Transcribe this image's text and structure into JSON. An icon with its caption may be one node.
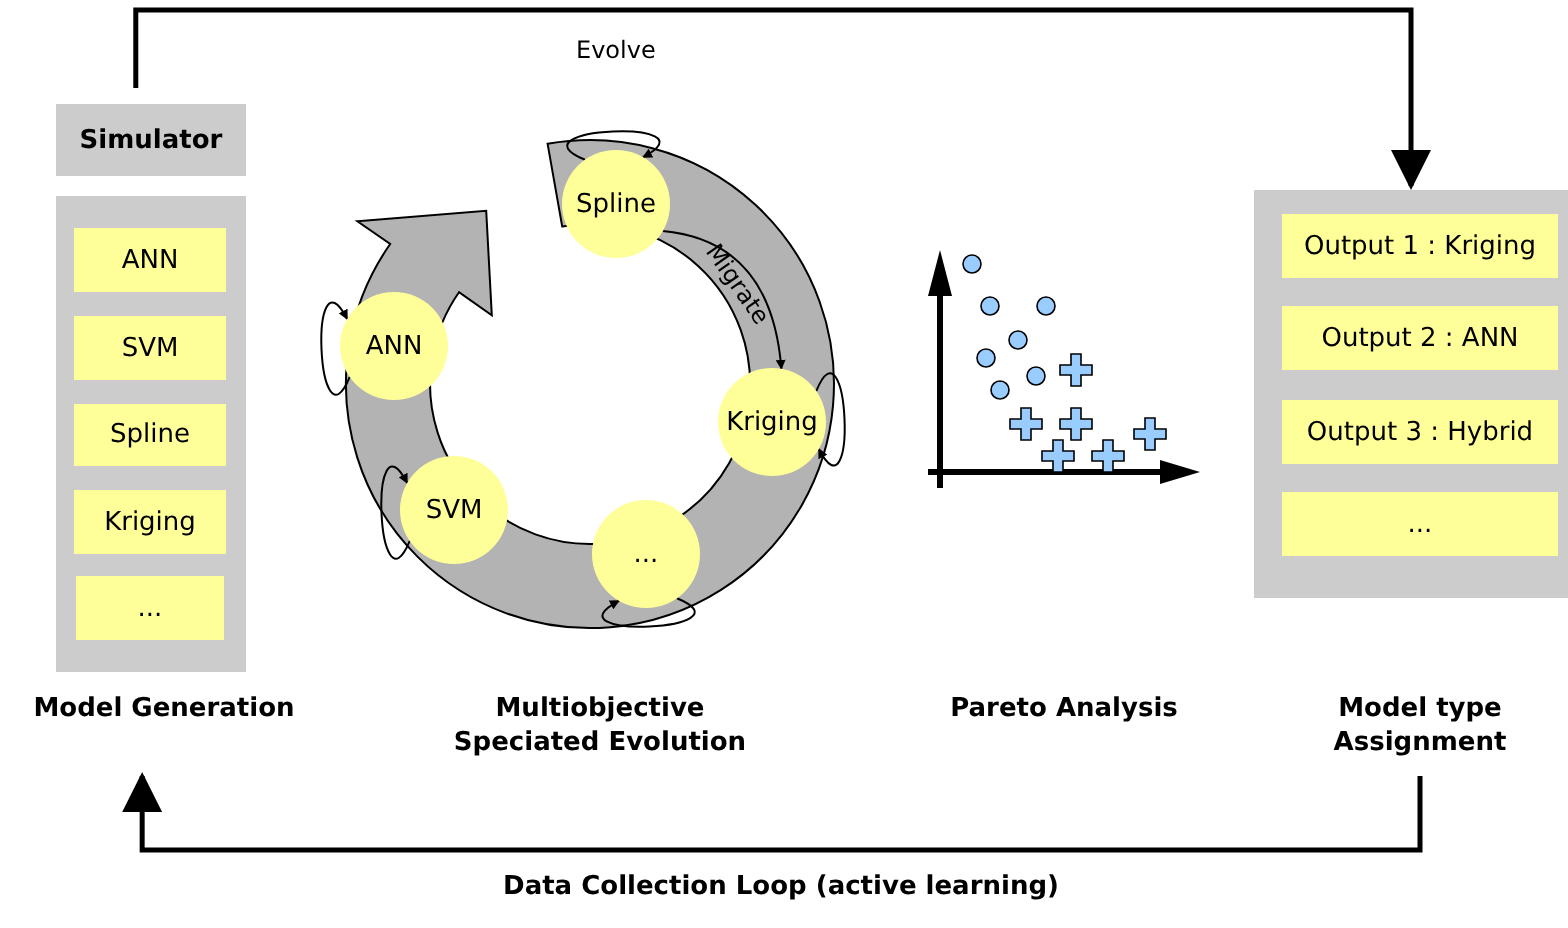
{
  "diagram": {
    "nodes": [
      {
        "text": [
          "Simulator"
        ]
      },
      {
        "text": [],
        "shape": "box"
      },
      {
        "text": [
          "ANN"
        ],
        "in": 1
      },
      {
        "text": [
          "SVM"
        ],
        "in": 1
      },
      {
        "text": [
          "Spline"
        ],
        "in": 1
      },
      {
        "text": [
          "Kriging"
        ],
        "in": 1
      },
      {
        "text": [
          "..."
        ],
        "in": 1
      },
      {
        "text": [
          "Model Generation"
        ]
      },
      {
        "text": [
          "Spline"
        ]
      },
      {
        "text": [
          "ANN"
        ]
      },
      {
        "text": [
          "Kriging"
        ]
      },
      {
        "text": [
          "SVM"
        ]
      },
      {
        "text": [
          "..."
        ]
      },
      {
        "text": [],
        "shape": "box"
      },
      {
        "text": [
          "Output 1 : Kriging"
        ],
        "in": 13
      },
      {
        "text": [
          "Output 2 : ANN"
        ],
        "in": 13
      },
      {
        "text": [
          "Output 3 : Hybrid"
        ],
        "in": 13
      },
      {
        "text": [
          "..."
        ],
        "in": 13
      },
      {
        "text": [
          "Model type Assignment"
        ]
      }
    ],
    "edges": [
      {
        "from": 0,
        "to": 13,
        "arrow": "to",
        "style": "thick"
      },
      {
        "from": 18,
        "to": 7,
        "arrow": "to",
        "style": "thick",
        "label": "Data Collection Loop (active learning)"
      },
      {
        "from": 8,
        "to": 8,
        "arrow": "to",
        "label": "Evolve"
      },
      {
        "from": 8,
        "to": 10,
        "arrow": "to",
        "label": "Migrate"
      },
      {
        "from": 9,
        "to": 9,
        "arrow": "to"
      },
      {
        "from": 10,
        "to": 10,
        "arrow": "to"
      },
      {
        "from": 11,
        "to": 11,
        "arrow": "to"
      },
      {
        "from": 12,
        "to": 12,
        "arrow": "to"
      }
    ],
    "labels": [
      "Multiobjective Speciated Evolution",
      "Pareto Analysis"
    ]
  }
}
